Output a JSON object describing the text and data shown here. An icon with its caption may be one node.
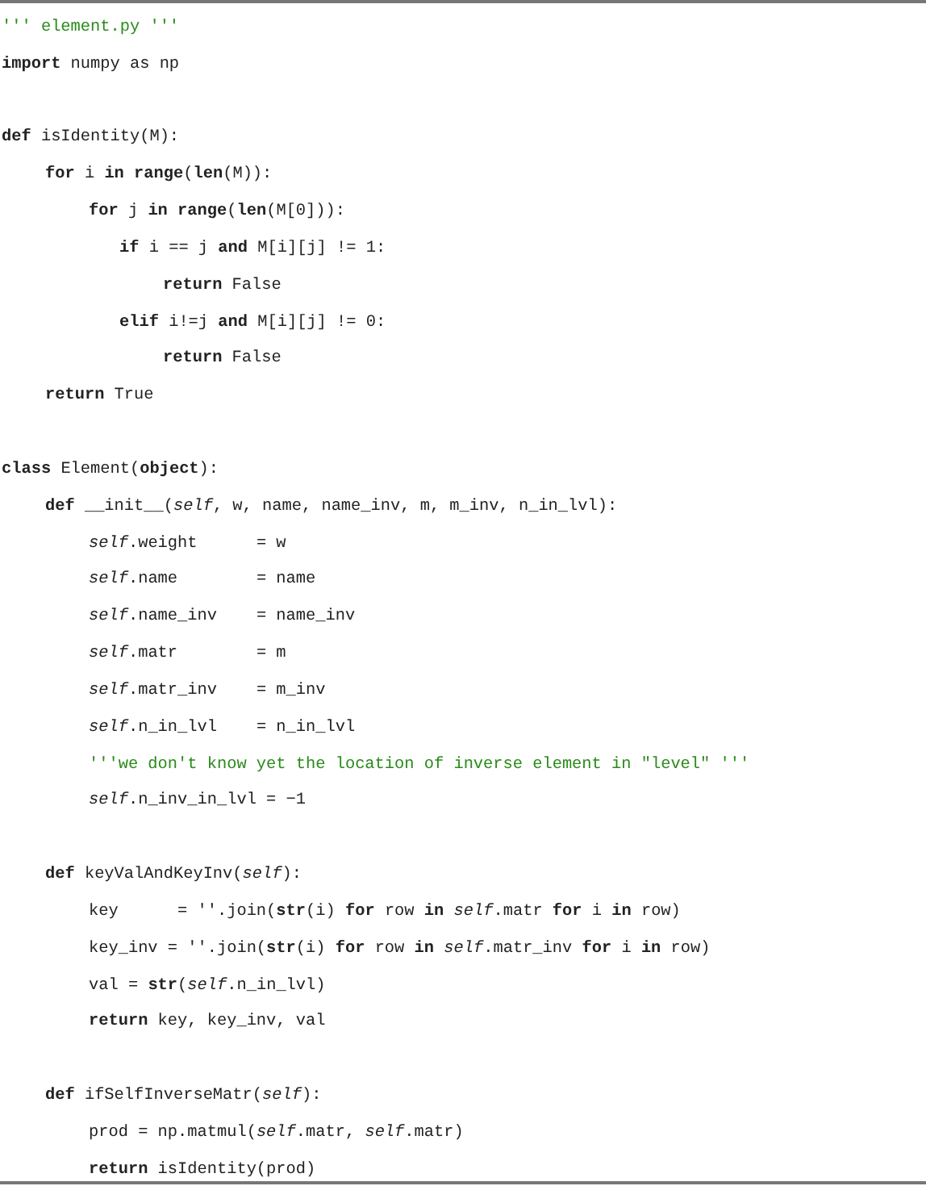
{
  "diagram": {
    "labels": [
      "''' element.py '''",
      "**import** numpy as np",
      "**def** isIdentity(M):",
      "**for** i **in** **range**(**len**(M)):",
      "**for** j **in** **range**(**len**(M[0])):",
      "**if** i == j **and** M[i][j] != 1:",
      "**return** False",
      "**elif** i!=j **and** M[i][j] != 0:",
      "**return** False",
      "**return** True",
      "**class** Element(**object**):",
      "**def** __init__(*self*, w, name, name_inv, m, m_inv, n_in_lvl):",
      "*self*.weight      = w",
      "*self*.name        = name",
      "*self*.name_inv    = name_inv",
      "*self*.matr        = m",
      "*self*.matr_inv    = m_inv",
      "*self*.n_in_lvl    = n_in_lvl",
      "'''we don't know yet the location of inverse element in \"level\" '''",
      "*self*.n_inv_in_lvl = −1",
      "**def** keyValAndKeyInv(*self*):",
      "key      = ''.join(**str**(i) **for** row **in** *self*.matr **for** i **in** row)",
      "key_inv = ''.join(**str**(i) **for** row **in** *self*.matr_inv **for** i **in** row)",
      "val = **str**(*self*.n_in_lvl)",
      "**return** key, key_inv, val",
      "**def** ifSelfInverseMatr(*self*):",
      "prod = np.matmul(*self*.matr, *self*.matr)",
      "**return** isIdentity(prod)"
    ]
  }
}
